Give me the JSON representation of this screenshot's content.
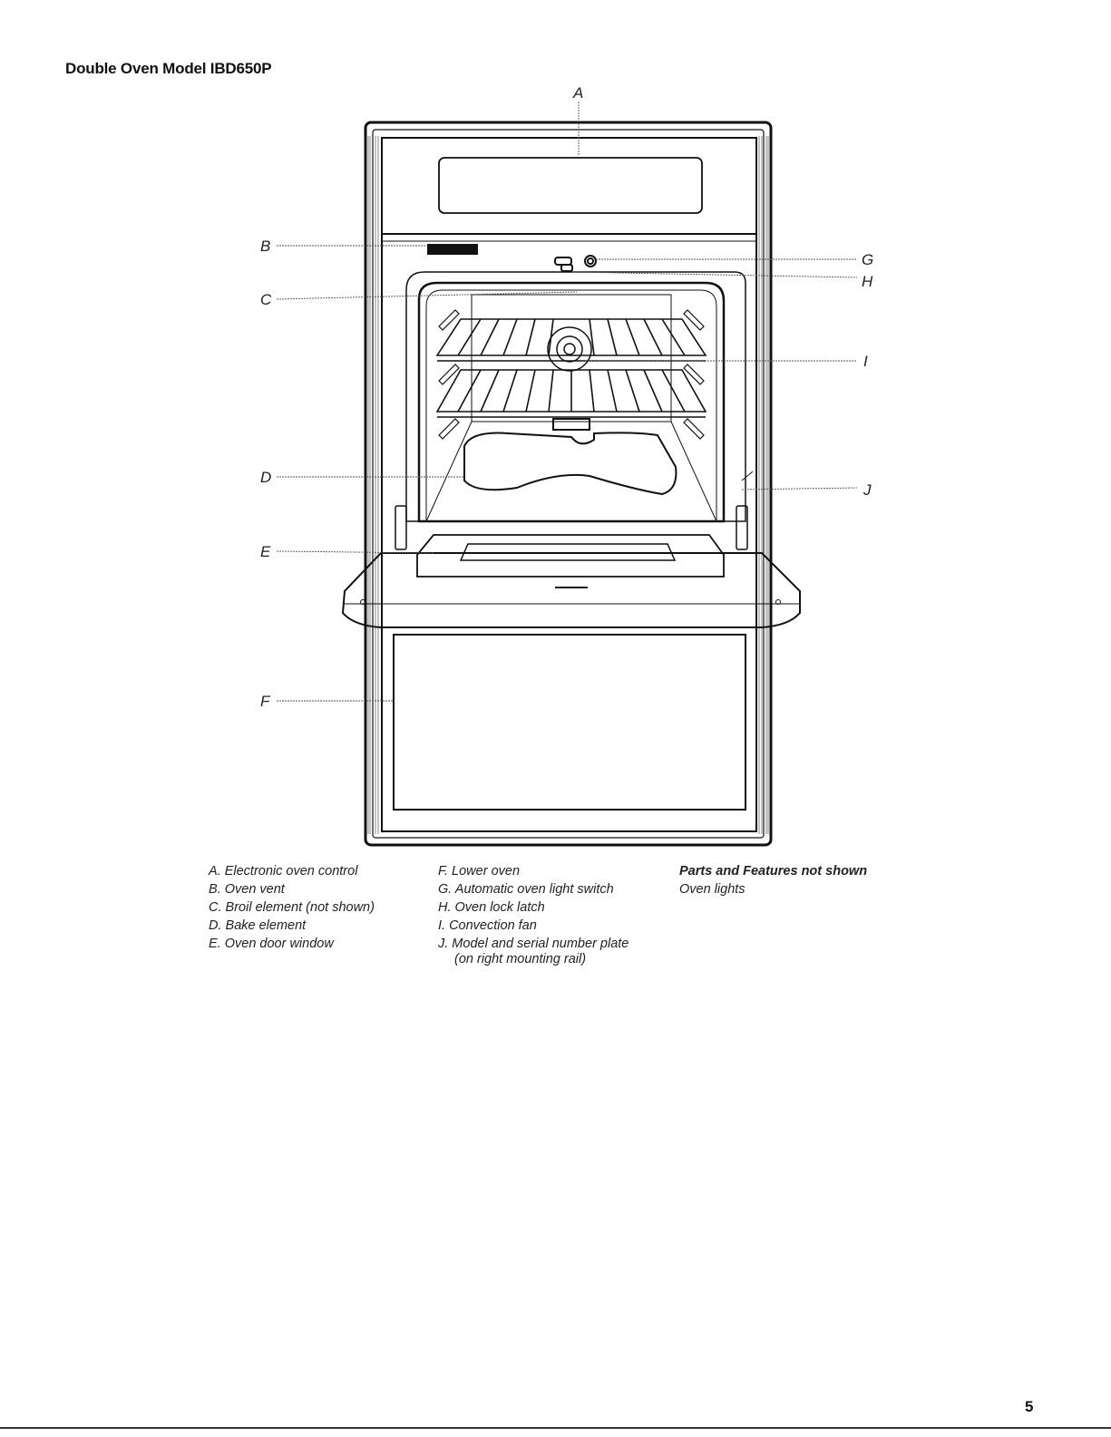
{
  "title": "Double Oven Model IBD650P",
  "callout_letters": {
    "A": "A",
    "B": "B",
    "C": "C",
    "D": "D",
    "E": "E",
    "F": "F",
    "G": "G",
    "H": "H",
    "I": "I",
    "J": "J"
  },
  "legend": {
    "col1": [
      "A. Electronic oven control",
      "B. Oven vent",
      "C. Broil element (not shown)",
      "D. Bake element",
      "E. Oven door window"
    ],
    "col2": [
      "F. Lower oven",
      "G. Automatic oven light switch",
      "H. Oven lock latch",
      "I. Convection fan",
      "J. Model and serial number plate",
      "(on right mounting rail)"
    ],
    "col3_heading": "Parts and Features not shown",
    "col3": [
      "Oven lights"
    ]
  },
  "page_number": "5"
}
